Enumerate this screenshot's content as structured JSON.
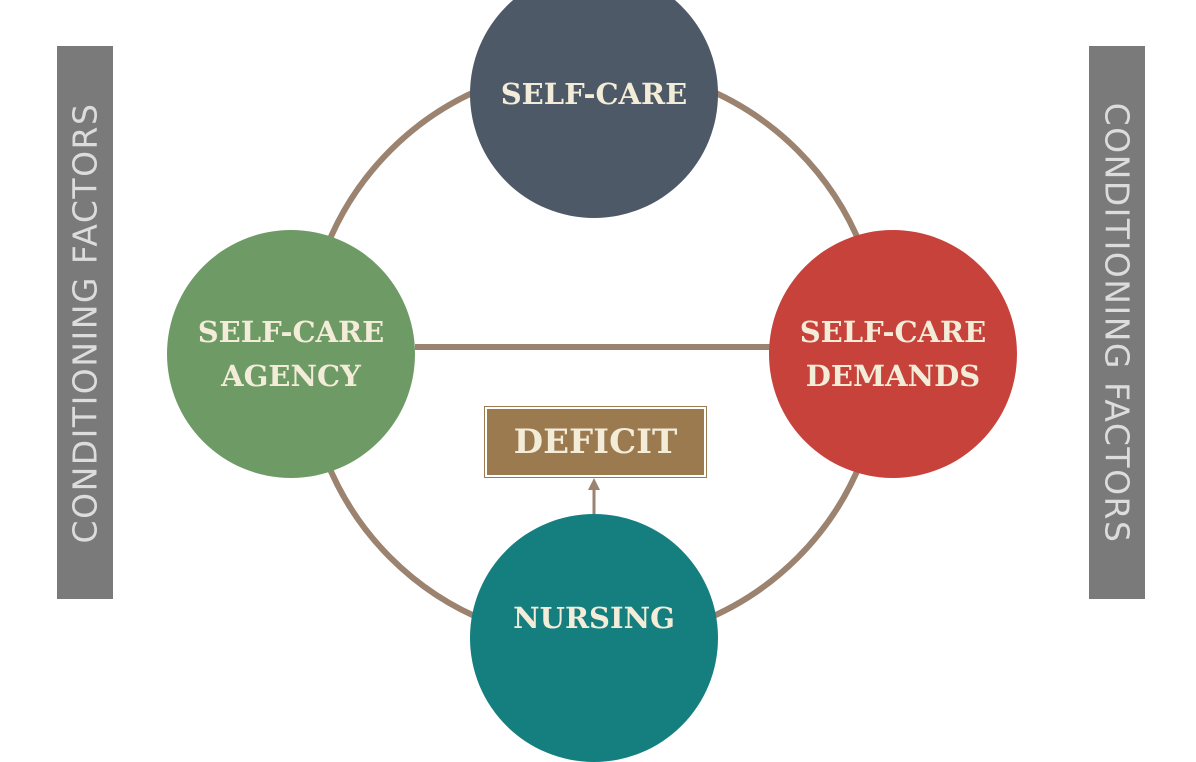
{
  "side_labels": {
    "left": "CONDITIONING FACTORS",
    "right": "CONDITIONING FACTORS"
  },
  "nodes": {
    "self_care": "SELF-CARE",
    "agency": "SELF-CARE\nAGENCY",
    "demands": "SELF-CARE\nDEMANDS",
    "nursing": "NURSING"
  },
  "deficit": "DEFICIT",
  "colors": {
    "connector": "#9b8370",
    "self_care": "#4d5966",
    "agency": "#6e9a66",
    "demands": "#c7423b",
    "nursing": "#157f80",
    "deficit": "#9b7a50",
    "side_bar": "#7a7a7a"
  }
}
